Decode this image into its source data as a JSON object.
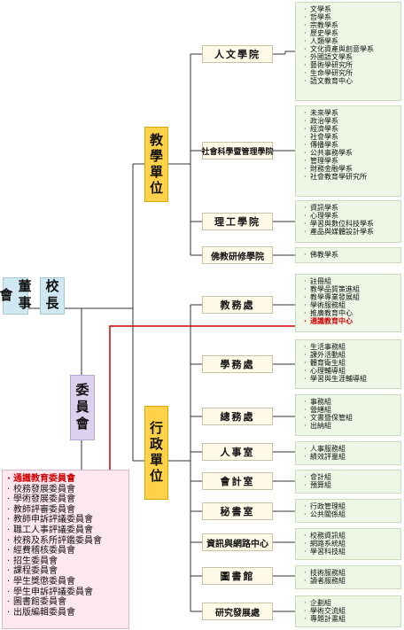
{
  "root": {
    "board": "董事會",
    "president": "校長",
    "committee": "委員會"
  },
  "teaching": {
    "label": "教學單位",
    "units": [
      {
        "name": "人文學院",
        "items": [
          "文學系",
          "哲學系",
          "宗教學系",
          "歷史學系",
          "人類學系",
          "文化資產與創意學系",
          "外國語文學系",
          "藝術學研究所",
          "生命學研究所",
          "語文教育中心"
        ]
      },
      {
        "name": "社會科學暨管理學院",
        "items": [
          "未來學系",
          "政治學系",
          "經濟學系",
          "社會學系",
          "傳播學系",
          "公共事務學系",
          "管理學系",
          "財務金融學系",
          "社會教育學研究所"
        ]
      },
      {
        "name": "理工學院",
        "items": [
          "資訊學系",
          "心理學系",
          "學習與數位科技學系",
          "產品與媒體設計學系"
        ]
      },
      {
        "name": "佛教研修學院",
        "items": [
          "佛教學系"
        ]
      }
    ]
  },
  "admin": {
    "label": "行政單位",
    "units": [
      {
        "name": "教務處",
        "items": [
          "註冊組",
          "教學品質策進組",
          "教學專業發展組",
          "學術服務組",
          "推廣教育中心",
          "通識教育中心"
        ]
      },
      {
        "name": "學務處",
        "items": [
          "生活事務組",
          "課外活動組",
          "體育衛生組",
          "心理輔導組",
          "學習與生涯輔導組"
        ]
      },
      {
        "name": "總務處",
        "items": [
          "事務組",
          "營繕組",
          "文書暨保管組",
          "出納組"
        ]
      },
      {
        "name": "人事室",
        "items": [
          "人事服務組",
          "績效評量組"
        ]
      },
      {
        "name": "會計室",
        "items": [
          "會計組",
          "預算組"
        ]
      },
      {
        "name": "秘書室",
        "items": [
          "行政管理組",
          "公共關係組"
        ]
      },
      {
        "name": "資訊與網路中心",
        "items": [
          "校務資訊組",
          "網路系統組",
          "學習科技組"
        ]
      },
      {
        "name": "圖書館",
        "items": [
          "技術服務組",
          "讀者服務組"
        ]
      },
      {
        "name": "研究發展處",
        "items": [
          "企劃組",
          "學術交流組",
          "專題計畫組"
        ]
      }
    ]
  },
  "committees": [
    "通識教育委員會",
    "校務發展委員會",
    "學術發展委員會",
    "教師評審委員會",
    "教師申訴評議委員會",
    "職工人事評議委員會",
    "校務及系所評鑑委員會",
    "經費稽核委員會",
    "招生委員會",
    "課程委員會",
    "學生獎懲委員會",
    "學生申訴評議委員會",
    "圖書館委員會",
    "出版編輯委員會"
  ],
  "colors": {
    "line": "#333333",
    "highlight": "#cc0000"
  }
}
